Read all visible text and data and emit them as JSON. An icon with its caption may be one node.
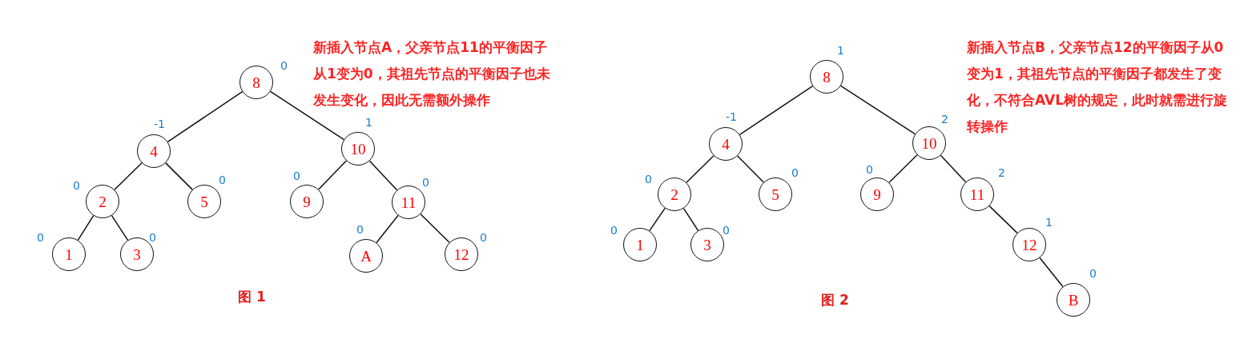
{
  "diagram": {
    "nodes": [
      {
        "text": [
          "8"
        ],
        "beside": [
          "0"
        ]
      },
      {
        "text": [
          "4"
        ],
        "beside": [
          "-1"
        ]
      },
      {
        "text": [
          "10"
        ],
        "beside": [
          "1"
        ]
      },
      {
        "text": [
          "2"
        ],
        "beside": [
          "0"
        ]
      },
      {
        "text": [
          "5"
        ],
        "beside": [
          "0"
        ]
      },
      {
        "text": [
          "9"
        ],
        "beside": [
          "0"
        ]
      },
      {
        "text": [
          "11"
        ],
        "beside": [
          "0"
        ]
      },
      {
        "text": [
          "1"
        ],
        "beside": [
          "0"
        ]
      },
      {
        "text": [
          "3"
        ],
        "beside": [
          "0"
        ]
      },
      {
        "text": [
          "A"
        ],
        "beside": [
          "0"
        ]
      },
      {
        "text": [
          "12"
        ],
        "beside": [
          "0"
        ]
      },
      {
        "text": [
          "8"
        ],
        "beside": [
          "1"
        ]
      },
      {
        "text": [
          "4"
        ],
        "beside": [
          "-1"
        ]
      },
      {
        "text": [
          "10"
        ],
        "beside": [
          "2"
        ]
      },
      {
        "text": [
          "2"
        ],
        "beside": [
          "0"
        ]
      },
      {
        "text": [
          "5"
        ],
        "beside": [
          "0"
        ]
      },
      {
        "text": [
          "9"
        ],
        "beside": [
          "0"
        ]
      },
      {
        "text": [
          "11"
        ],
        "beside": [
          "2"
        ]
      },
      {
        "text": [
          "1"
        ],
        "beside": [
          "0"
        ]
      },
      {
        "text": [
          "3"
        ],
        "beside": [
          "0"
        ]
      },
      {
        "text": [
          "12"
        ],
        "beside": [
          "1"
        ]
      },
      {
        "text": [
          "B"
        ],
        "beside": [
          "0"
        ]
      }
    ],
    "edges": [
      {
        "from": 0,
        "to": 1,
        "arrow": "none"
      },
      {
        "from": 0,
        "to": 2,
        "arrow": "none"
      },
      {
        "from": 1,
        "to": 3,
        "arrow": "none"
      },
      {
        "from": 1,
        "to": 4,
        "arrow": "none"
      },
      {
        "from": 2,
        "to": 5,
        "arrow": "none"
      },
      {
        "from": 2,
        "to": 6,
        "arrow": "none"
      },
      {
        "from": 3,
        "to": 7,
        "arrow": "none"
      },
      {
        "from": 3,
        "to": 8,
        "arrow": "none"
      },
      {
        "from": 6,
        "to": 9,
        "arrow": "none"
      },
      {
        "from": 6,
        "to": 10,
        "arrow": "none"
      },
      {
        "from": 11,
        "to": 12,
        "arrow": "none"
      },
      {
        "from": 11,
        "to": 13,
        "arrow": "none"
      },
      {
        "from": 12,
        "to": 14,
        "arrow": "none"
      },
      {
        "from": 12,
        "to": 15,
        "arrow": "none"
      },
      {
        "from": 13,
        "to": 16,
        "arrow": "none"
      },
      {
        "from": 13,
        "to": 17,
        "arrow": "none"
      },
      {
        "from": 14,
        "to": 18,
        "arrow": "none"
      },
      {
        "from": 14,
        "to": 19,
        "arrow": "none"
      },
      {
        "from": 17,
        "to": 20,
        "arrow": "none"
      },
      {
        "from": 20,
        "to": 21,
        "arrow": "none"
      }
    ],
    "labels": [
      "新插入节点A，父亲节点11的平衡因子从1变为0，其祖先节点的平衡因子也未发生变化，因此无需额外操作",
      "图 1",
      "新插入节点B，父亲节点12的平衡因子从0变为1，其祖先节点的平衡因子都发生了变化，不符合AVL树的规定，此时就需进行旋转操作",
      "图 2"
    ]
  }
}
